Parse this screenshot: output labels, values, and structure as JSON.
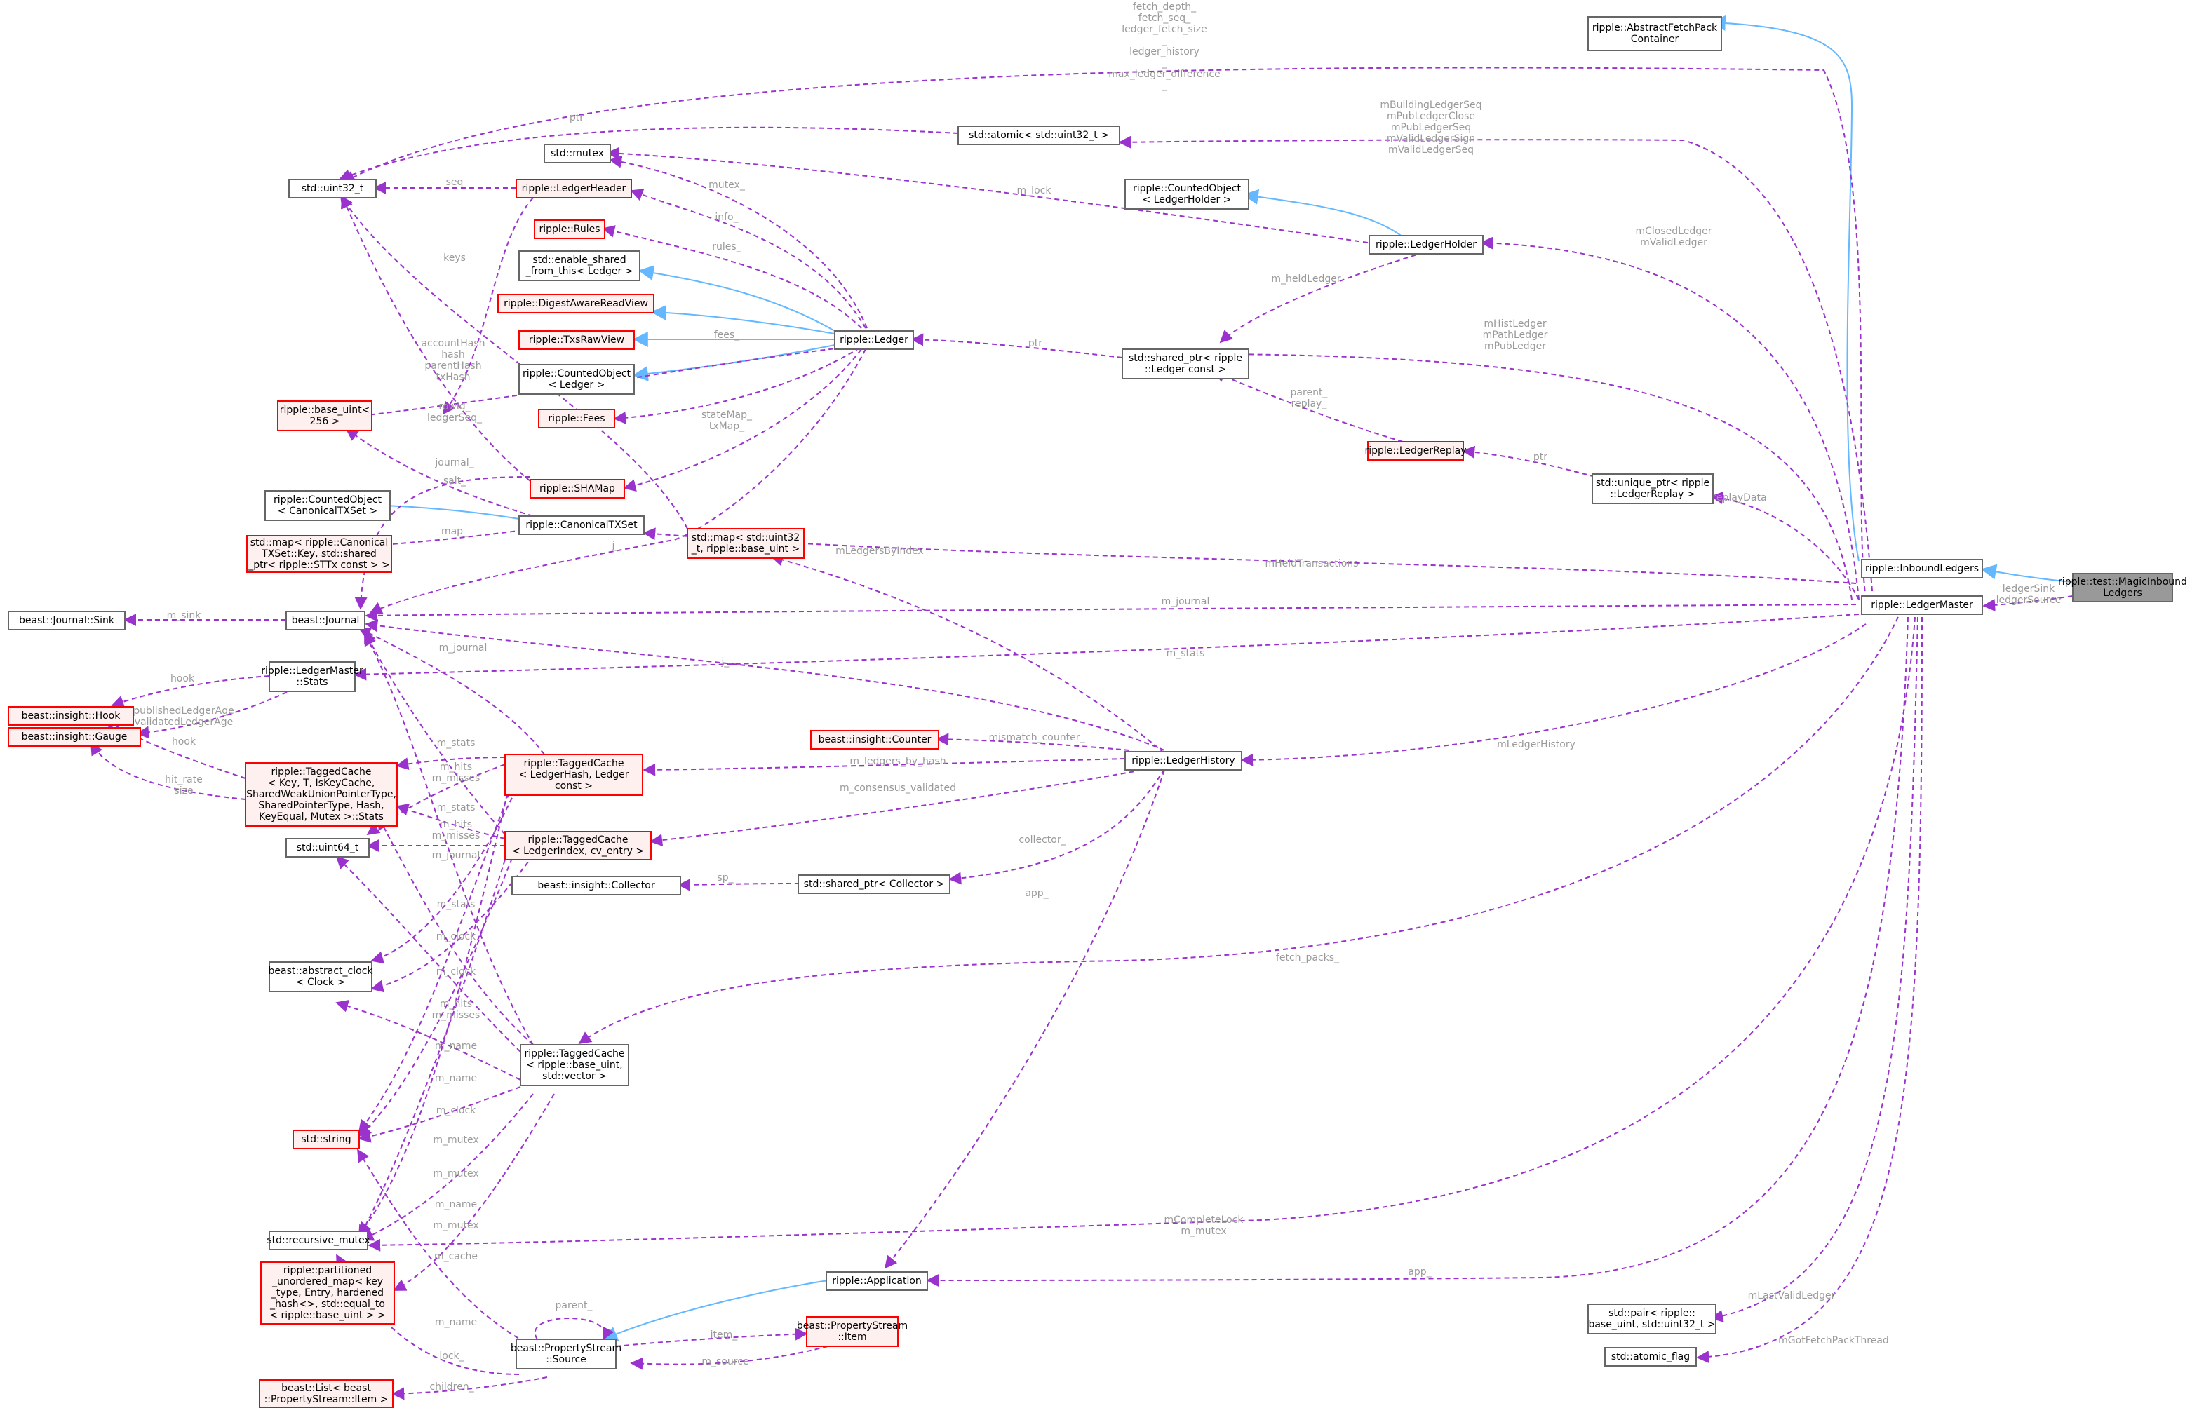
{
  "colors": {
    "usage_edge": "#9a32cd",
    "inherit_edge": "#63b8ff",
    "node_border": "#666666",
    "incomplete_node_border": "#ff0000",
    "focus_fill": "#999999",
    "edge_label": "#9a9a9a"
  },
  "nodes": {
    "magic_inbound": [
      "ripple::test::MagicInbound",
      "Ledgers"
    ],
    "inbound_ledgers": [
      "ripple::InboundLedgers"
    ],
    "ledger_master": [
      "ripple::LedgerMaster"
    ],
    "abstract_fetch_pack": [
      "ripple::AbstractFetchPack",
      "Container"
    ],
    "atomic_uint32": [
      "std::atomic< std::uint32_t >"
    ],
    "uint32": [
      "std::uint32_t"
    ],
    "mutex": [
      "std::mutex"
    ],
    "ledger_header": [
      "ripple::LedgerHeader"
    ],
    "rules": [
      "ripple::Rules"
    ],
    "enable_shared": [
      "std::enable_shared",
      "_from_this< Ledger >"
    ],
    "digest_aware": [
      "ripple::DigestAwareReadView"
    ],
    "txs_raw_view": [
      "ripple::TxsRawView"
    ],
    "counted_ledger": [
      "ripple::CountedObject",
      "< Ledger >"
    ],
    "fees": [
      "ripple::Fees"
    ],
    "base_uint": [
      "ripple::base_uint<",
      "256 >"
    ],
    "shamap": [
      "ripple::SHAMap"
    ],
    "counted_canon": [
      "ripple::CountedObject",
      "< CanonicalTXSet >"
    ],
    "canonical": [
      "ripple::CanonicalTXSet"
    ],
    "map_canon": [
      "std::map< ripple::Canonical",
      "TXSet::Key, std::shared",
      "_ptr< ripple::STTx const > >"
    ],
    "map_uint32": [
      "std::map< std::uint32",
      "_t, ripple::base_uint >"
    ],
    "ledger": [
      "ripple::Ledger"
    ],
    "counted_holder": [
      "ripple::CountedObject",
      "< LedgerHolder >"
    ],
    "ledger_holder": [
      "ripple::LedgerHolder"
    ],
    "shared_ledger": [
      "std::shared_ptr< ripple",
      "::Ledger const >"
    ],
    "ledger_replay": [
      "ripple::LedgerReplay"
    ],
    "unique_replay": [
      "std::unique_ptr< ripple",
      "::LedgerReplay >"
    ],
    "journal_sink": [
      "beast::Journal::Sink"
    ],
    "journal": [
      "beast::Journal"
    ],
    "lm_stats": [
      "ripple::LedgerMaster",
      "::Stats"
    ],
    "hook": [
      "beast::insight::Hook"
    ],
    "gauge": [
      "beast::insight::Gauge"
    ],
    "tc_stats": [
      "ripple::TaggedCache",
      "< Key, T, IsKeyCache,",
      "SharedWeakUnionPointerType,",
      "SharedPointerType, Hash,",
      "KeyEqual, Mutex >::Stats"
    ],
    "tc_hash": [
      "ripple::TaggedCache",
      "< LedgerHash, Ledger",
      "const >"
    ],
    "tc_index": [
      "ripple::TaggedCache",
      "< LedgerIndex, cv_entry >"
    ],
    "uint64": [
      "std::uint64_t"
    ],
    "counter": [
      "beast::insight::Counter"
    ],
    "ledger_history": [
      "ripple::LedgerHistory"
    ],
    "collector": [
      "beast::insight::Collector"
    ],
    "shared_collector": [
      "std::shared_ptr< Collector >"
    ],
    "abstract_clock": [
      "beast::abstract_clock",
      "< Clock >"
    ],
    "tc_vector": [
      "ripple::TaggedCache",
      "< ripple::base_uint,",
      "std::vector >"
    ],
    "string": [
      "std::string"
    ],
    "recursive_mutex": [
      "std::recursive_mutex"
    ],
    "partitioned": [
      "ripple::partitioned",
      "_unordered_map< key",
      "_type, Entry, hardened",
      "_hash<>, std::equal_to",
      "< ripple::base_uint > >"
    ],
    "application": [
      "ripple::Application"
    ],
    "ps_item": [
      "beast::PropertyStream",
      "::Item"
    ],
    "ps_source": [
      "beast::PropertyStream",
      "::Source"
    ],
    "list_item": [
      "beast::List< beast",
      "::PropertyStream::Item >"
    ],
    "pair": [
      "std::pair< ripple::",
      "base_uint, std::uint32_t >"
    ],
    "atomic_flag": [
      "std::atomic_flag"
    ]
  },
  "edge_labels": {
    "fetch_lines": [
      "fetch_depth_",
      "fetch_seq_",
      "ledger_fetch_size",
      "_",
      "ledger_history",
      "_",
      "max_ledger_difference",
      "_"
    ],
    "ptr_atomic": [
      "ptr"
    ],
    "building_lines": [
      "mBuildingLedgerSeq",
      "mPubLedgerClose",
      "mPubLedgerSeq",
      "mValidLedgerSign",
      "mValidLedgerSeq"
    ],
    "seq": [
      "seq"
    ],
    "m_lock": [
      "m_lock"
    ],
    "mutex_": [
      "mutex_"
    ],
    "info_": [
      "info_"
    ],
    "rules_": [
      "rules_"
    ],
    "keys": [
      "keys"
    ],
    "closed_lines": [
      "mClosedLedger",
      "mValidLedger"
    ],
    "m_heldledger": [
      "m_heldLedger"
    ],
    "ptr_shared": [
      "ptr"
    ],
    "hist_lines": [
      "mHistLedger",
      "mPathLedger",
      "mPubLedger"
    ],
    "hash_lines": [
      "accountHash",
      "hash",
      "parentHash",
      "txHash"
    ],
    "fees_": [
      "fees_"
    ],
    "statemap_lines": [
      "stateMap_",
      "txMap_"
    ],
    "parent_lines": [
      "parent_",
      "replay_"
    ],
    "rowid_lines": [
      "rowid_",
      "ledgerSeq_"
    ],
    "ptr_replay": [
      "ptr"
    ],
    "journal_": [
      "journal_"
    ],
    "salt_": [
      "salt_"
    ],
    "replay_data": [
      "replayData"
    ],
    "map_": [
      "map_"
    ],
    "j_": [
      "j_"
    ],
    "m_ledgers_by_index": [
      "mLedgersByIndex"
    ],
    "m_held_tx": [
      "mHeldTransactions"
    ],
    "ledger_sink": [
      "ledgerSink",
      "ledgerSource"
    ],
    "m_sink": [
      "m_sink"
    ],
    "m_journal_lm": [
      "m_journal"
    ],
    "m_stats_lm": [
      "m_stats"
    ],
    "hook_stats": [
      "hook"
    ],
    "pub_lines": [
      "publishedLedgerAge",
      "validatedLedgerAge"
    ],
    "m_journal_a": [
      "m_journal"
    ],
    "j_hist": [
      "j_"
    ],
    "hook_tc": [
      "hook"
    ],
    "m_stats_a": [
      "m_stats"
    ],
    "hits_a": [
      "m_hits",
      "m_misses"
    ],
    "mismatch": [
      "mismatch_counter_"
    ],
    "by_hash": [
      "m_ledgers_by_hash"
    ],
    "m_ledger_history": [
      "mLedgerHistory"
    ],
    "hit_rate": [
      "hit_rate",
      "size"
    ],
    "m_stats_b": [
      "m_stats"
    ],
    "hits_b": [
      "m_hits",
      "m_misses"
    ],
    "m_journal_b": [
      "m_journal"
    ],
    "consensus": [
      "m_consensus_validated"
    ],
    "sp_": [
      "sp_"
    ],
    "collector_": [
      "collector_"
    ],
    "m_stats_c": [
      "m_stats"
    ],
    "m_clock_a": [
      "m_clock"
    ],
    "m_clock_b": [
      "m_clock"
    ],
    "app_hist": [
      "app_"
    ],
    "fetch_packs": [
      "fetch_packs_"
    ],
    "hits_c": [
      "m_hits",
      "m_misses"
    ],
    "m_name_a": [
      "m_name"
    ],
    "m_name_b": [
      "m_name"
    ],
    "m_clock_c": [
      "m_clock"
    ],
    "m_mutex_a": [
      "m_mutex"
    ],
    "m_mutex_b": [
      "m_mutex"
    ],
    "m_name_c": [
      "m_name"
    ],
    "complete_lines": [
      "mCompleteLock",
      "m_mutex"
    ],
    "m_mutex_c": [
      "m_mutex"
    ],
    "m_cache": [
      "m_cache"
    ],
    "app_lm": [
      "app_"
    ],
    "parent_self": [
      "parent_"
    ],
    "m_name_d": [
      "m_name"
    ],
    "item_": [
      "item_"
    ],
    "m_source": [
      "m_source"
    ],
    "lock_": [
      "lock_"
    ],
    "children_": [
      "children_"
    ],
    "last_valid": [
      "mLastValidLedger"
    ],
    "got_fetch": [
      "mGotFetchPackThread"
    ]
  }
}
